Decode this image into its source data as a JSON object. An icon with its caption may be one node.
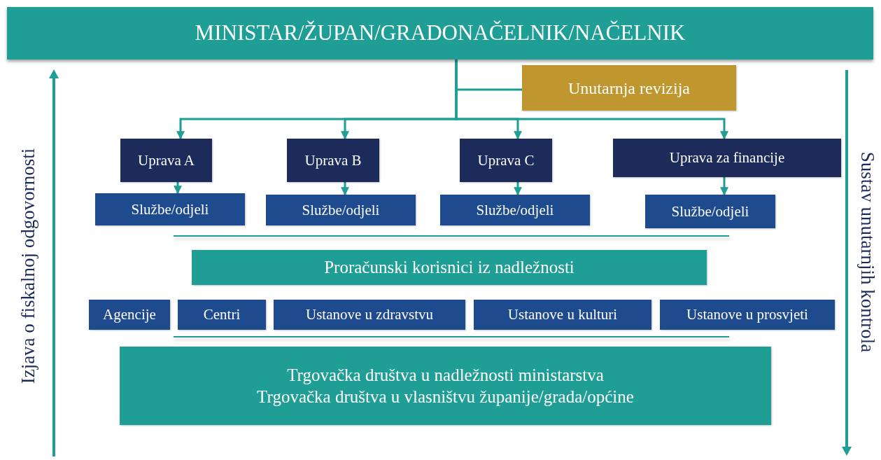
{
  "diagram": {
    "nodes": [
      {
        "text": [
          "MINISTAR/ŽUPAN/GRADONAČELNIK/NAČELNIK"
        ]
      },
      {
        "text": [
          "Unutarnja revizija"
        ]
      },
      {
        "text": [
          "Uprava A"
        ]
      },
      {
        "text": [
          "Uprava B"
        ]
      },
      {
        "text": [
          "Uprava C"
        ]
      },
      {
        "text": [
          "Uprava za financije"
        ]
      },
      {
        "text": [
          "Službe/odjeli"
        ]
      },
      {
        "text": [
          "Službe/odjeli"
        ]
      },
      {
        "text": [
          "Službe/odjeli"
        ]
      },
      {
        "text": [
          "Službe/odjeli"
        ]
      },
      {
        "text": [
          "Proračunski korisnici iz nadležnosti"
        ]
      },
      {
        "text": [
          "Agencije"
        ]
      },
      {
        "text": [
          "Centri"
        ]
      },
      {
        "text": [
          "Ustanove u zdravstvu"
        ]
      },
      {
        "text": [
          "Ustanove u kulturi"
        ]
      },
      {
        "text": [
          "Ustanove u prosvjeti"
        ]
      },
      {
        "text": [
          "Trgovačka društva u nadležnosti ministarstva",
          "Trgovačka društva u vlasništvu županije/grada/općine"
        ]
      }
    ],
    "edges": [
      {
        "from": 0,
        "to": 1,
        "arrow": "none"
      },
      {
        "from": 0,
        "to": 2,
        "arrow": "to"
      },
      {
        "from": 0,
        "to": 3,
        "arrow": "to"
      },
      {
        "from": 0,
        "to": 4,
        "arrow": "to"
      },
      {
        "from": 0,
        "to": 5,
        "arrow": "to"
      },
      {
        "from": 2,
        "to": 6,
        "arrow": "to"
      },
      {
        "from": 3,
        "to": 7,
        "arrow": "to"
      },
      {
        "from": 4,
        "to": 8,
        "arrow": "to"
      },
      {
        "from": 5,
        "to": 9,
        "arrow": "to"
      }
    ],
    "labels": [
      "Izjava o fiskalnoj odgovornosti",
      "Sustav unutarnjih kontrola"
    ]
  }
}
